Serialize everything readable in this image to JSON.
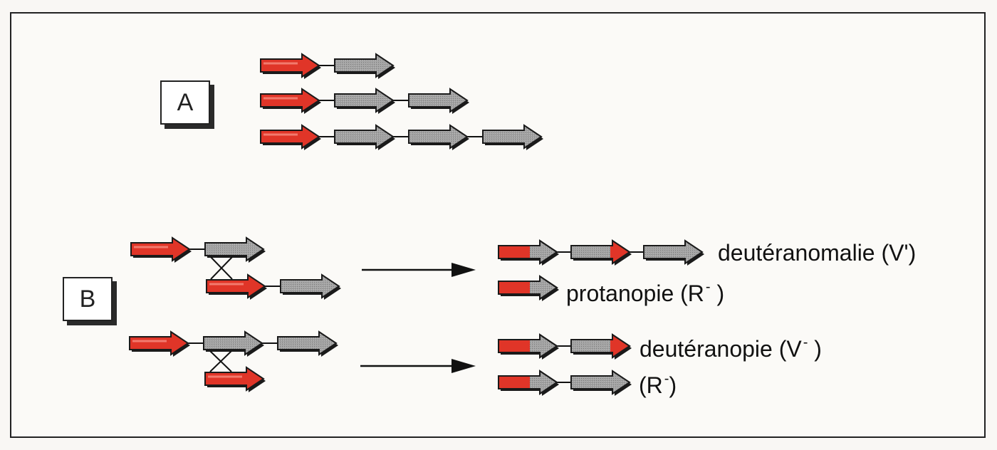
{
  "colors": {
    "red_gene": "#e03528",
    "green_gene": "#9a9a9a",
    "outline": "#1a1a1a"
  },
  "panels": {
    "a_label": "A",
    "b_label": "B"
  },
  "results": {
    "deuteranomaly": {
      "text": "deutéranomalie (V')"
    },
    "protanopia": {
      "text": "protanopie (R",
      "sup": "-",
      "close": " )"
    },
    "deuteranopia": {
      "text": "deutéranopie (V",
      "sup": "-",
      "close": " )"
    },
    "r_minus": {
      "text": "(R",
      "sup": "-",
      "close": ")"
    }
  },
  "icons": {
    "red_gene_arrow": "red-gene-arrow-icon",
    "green_gene_arrow": "green-gene-arrow-icon",
    "crossover": "crossover-icon",
    "result_arrow": "result-arrow-icon"
  }
}
